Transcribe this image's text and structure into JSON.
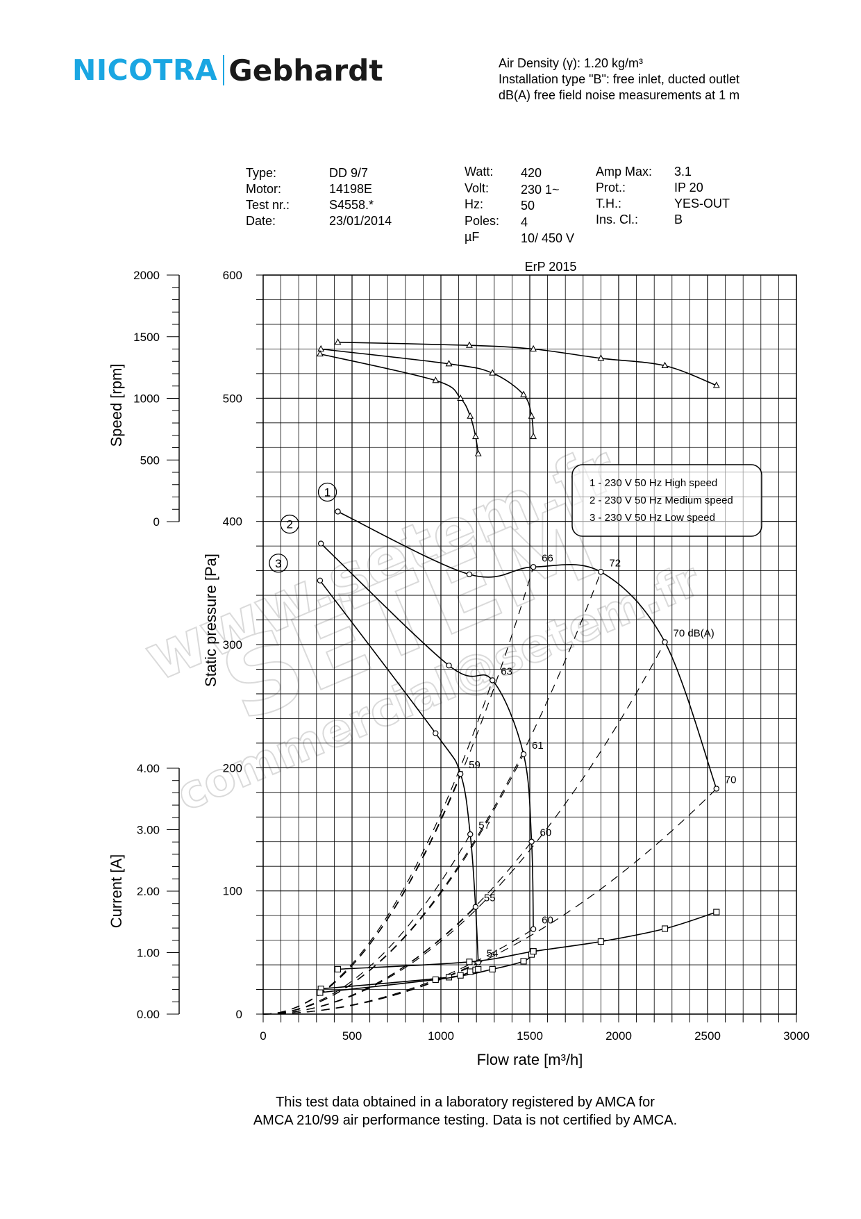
{
  "brand": {
    "name_left": "NICOTRA",
    "name_right": "Gebhardt"
  },
  "conditions": {
    "air_density": "Air Density (γ):  1.20 kg/m³",
    "installation": "Installation type \"B\": free inlet, ducted outlet",
    "noise": "dB(A) free field noise measurements at 1 m"
  },
  "specs": {
    "col1_labels": [
      "Type:",
      "Motor:",
      "Test nr.:",
      "Date:"
    ],
    "col1_values": [
      "DD 9/7",
      "14198E",
      "S4558.*",
      "23/01/2014"
    ],
    "col2_labels": [
      "Watt:",
      "Volt:",
      "Hz:",
      "Poles:",
      "µF"
    ],
    "col2_values": [
      "420",
      "230 1~",
      "50",
      "4",
      "10/ 450 V"
    ],
    "col3_labels": [
      "Amp Max:",
      "Prot.:",
      "T.H.:",
      "Ins. Cl.:"
    ],
    "col3_values": [
      "3.1",
      "IP 20",
      "YES-OUT",
      "B"
    ]
  },
  "footer": {
    "line1": "This test data obtained in a laboratory registered by AMCA for",
    "line2": "AMCA 210/99 air performance testing. Data is not certified by AMCA."
  },
  "colors": {
    "brand_blue": "#1aa6e2",
    "watermark": "#d4d4d4"
  },
  "watermark": {
    "line1": "www.setem.fr",
    "line2": "SETEM",
    "line3": "commercial@setem.fr"
  },
  "chart_data": {
    "type": "line",
    "title": "ErP 2015",
    "xlabel": "Flow rate [m³/h]",
    "xlim": [
      0,
      3000
    ],
    "x_ticks": [
      "0",
      "500",
      "1000",
      "1500",
      "2000",
      "2500",
      "3000"
    ],
    "pressure_axis": {
      "label": "Static pressure [Pa]",
      "range": [
        0,
        600
      ],
      "ticks": [
        "0",
        "100",
        "200",
        "300",
        "400",
        "500",
        "600"
      ]
    },
    "speed_axis": {
      "label": "Speed [rpm]",
      "range": [
        0,
        2000
      ],
      "ticks": [
        "0",
        "500",
        "1000",
        "1500",
        "2000"
      ]
    },
    "current_axis": {
      "label": "Current [A]",
      "range": [
        0,
        4
      ],
      "ticks": [
        "0.00",
        "1.00",
        "2.00",
        "3.00",
        "4.00"
      ]
    },
    "grid": true,
    "legend": {
      "position": "top-right",
      "entries": [
        "1 - 230 V 50 Hz High speed",
        "2 - 230 V 50 Hz Medium speed",
        "3 - 230 V 50 Hz Low speed"
      ]
    },
    "pressure_curves": [
      {
        "label": "1",
        "points": [
          [
            420,
            408
          ],
          [
            1160,
            357
          ],
          [
            1520,
            363
          ],
          [
            1900,
            359
          ],
          [
            2260,
            302
          ],
          [
            2550,
            183
          ]
        ]
      },
      {
        "label": "2",
        "points": [
          [
            325,
            382
          ],
          [
            1045,
            283
          ],
          [
            1290,
            271
          ],
          [
            1465,
            211
          ],
          [
            1510,
            140
          ],
          [
            1520,
            69
          ]
        ]
      },
      {
        "label": "3",
        "points": [
          [
            320,
            352
          ],
          [
            970,
            228
          ],
          [
            1110,
            195
          ],
          [
            1165,
            146
          ],
          [
            1195,
            87
          ],
          [
            1210,
            42
          ]
        ]
      }
    ],
    "speed_curves": [
      {
        "label": "1",
        "points": [
          [
            420,
            1455
          ],
          [
            1160,
            1430
          ],
          [
            1520,
            1400
          ],
          [
            1900,
            1325
          ],
          [
            2260,
            1265
          ],
          [
            2550,
            1105
          ]
        ]
      },
      {
        "label": "2",
        "points": [
          [
            325,
            1400
          ],
          [
            1045,
            1280
          ],
          [
            1290,
            1205
          ],
          [
            1465,
            1030
          ],
          [
            1510,
            855
          ],
          [
            1520,
            690
          ]
        ]
      },
      {
        "label": "3",
        "points": [
          [
            320,
            1360
          ],
          [
            970,
            1145
          ],
          [
            1110,
            1000
          ],
          [
            1165,
            855
          ],
          [
            1195,
            690
          ],
          [
            1210,
            550
          ]
        ]
      }
    ],
    "current_curves": [
      {
        "label": "1",
        "points": [
          [
            420,
            0.73
          ],
          [
            1160,
            0.85
          ],
          [
            1520,
            1.02
          ],
          [
            1900,
            1.18
          ],
          [
            2260,
            1.39
          ],
          [
            2550,
            1.66
          ]
        ]
      },
      {
        "label": "2",
        "points": [
          [
            325,
            0.41
          ],
          [
            1045,
            0.6
          ],
          [
            1290,
            0.73
          ],
          [
            1465,
            0.86
          ],
          [
            1510,
            0.97
          ],
          [
            1520,
            1.02
          ]
        ]
      },
      {
        "label": "3",
        "points": [
          [
            320,
            0.35
          ],
          [
            970,
            0.56
          ],
          [
            1110,
            0.63
          ],
          [
            1165,
            0.69
          ],
          [
            1195,
            0.72
          ],
          [
            1210,
            0.73
          ]
        ]
      }
    ],
    "noise_lines": [
      {
        "label": "54",
        "q": 1210,
        "p": 42
      },
      {
        "label": "55",
        "q": 1195,
        "p": 87
      },
      {
        "label": "57",
        "q": 1165,
        "p": 146
      },
      {
        "label": "59",
        "q": 1110,
        "p": 195
      },
      {
        "label": "60",
        "q": 1520,
        "p": 69
      },
      {
        "label": "60",
        "q": 1510,
        "p": 140
      },
      {
        "label": "61",
        "q": 1465,
        "p": 211
      },
      {
        "label": "63",
        "q": 1290,
        "p": 271
      },
      {
        "label": "66",
        "q": 1520,
        "p": 363
      },
      {
        "label": "70",
        "q": 2550,
        "p": 183
      },
      {
        "label": "70 dB(A)",
        "q": 2260,
        "p": 302
      },
      {
        "label": "72",
        "q": 1900,
        "p": 359
      }
    ]
  }
}
